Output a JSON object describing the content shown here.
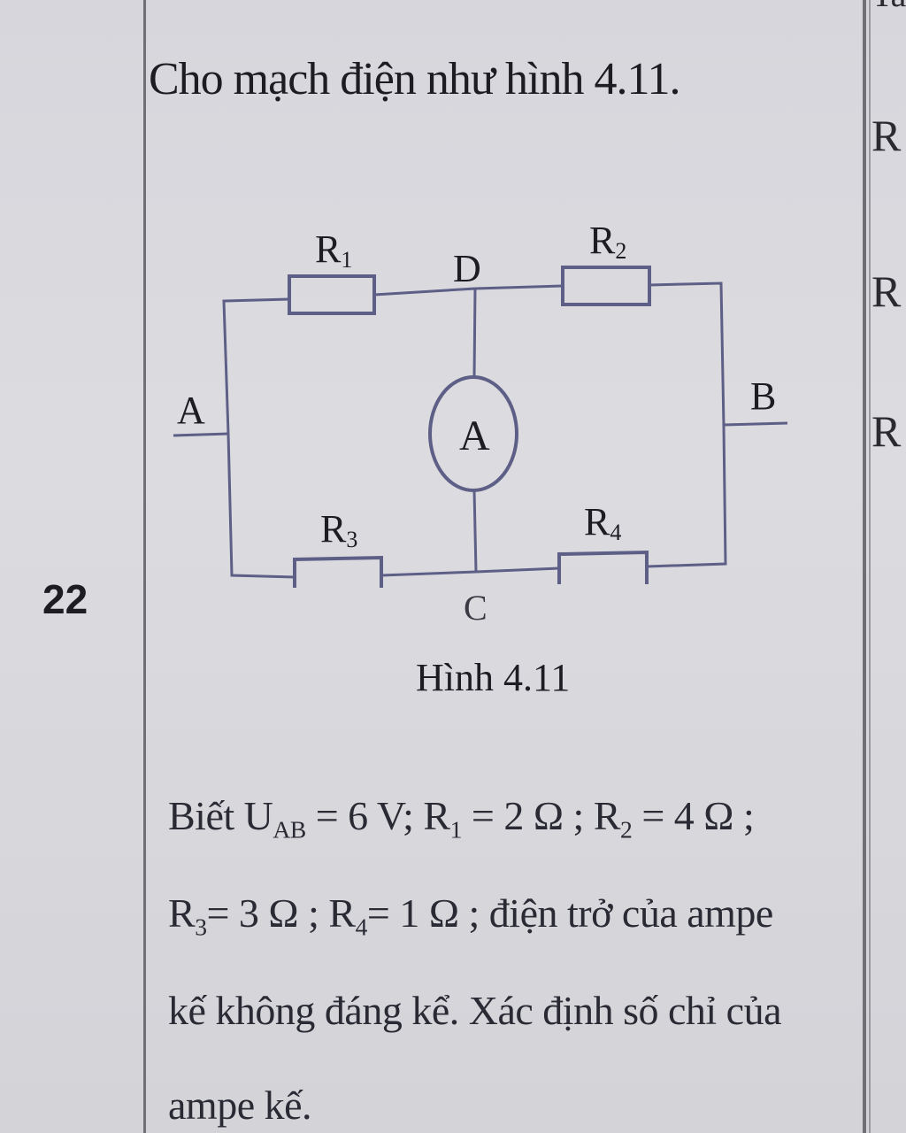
{
  "heading": "Cho mạch điện như hình 4.11.",
  "row_number": "22",
  "right_column": {
    "top": "Ta",
    "items": [
      "R",
      "R",
      "R"
    ]
  },
  "circuit": {
    "labels": {
      "r1": "R",
      "r1_sub": "1",
      "r2": "R",
      "r2_sub": "2",
      "r3": "R",
      "r3_sub": "3",
      "r4": "R",
      "r4_sub": "4",
      "node_a": "A",
      "node_b": "B",
      "node_c": "C",
      "node_d": "D",
      "ammeter": "A"
    }
  },
  "figure_caption": "Hình 4.11",
  "paragraph": {
    "l1_a": "Biết U",
    "l1_sub_ab": "AB",
    "l1_b": " = 6 V; R",
    "l1_sub_1": "1",
    "l1_c": " = 2 Ω ; R",
    "l1_sub_2": "2",
    "l1_d": " = 4 Ω  ;",
    "l2_a": "R",
    "l2_sub_3": "3",
    "l2_b": "= 3 Ω ; R",
    "l2_sub_4": "4",
    "l2_c": "= 1 Ω ; điện trở của ampe",
    "l3": "kế không đáng kể. Xác định số chỉ của",
    "l4": "ampe kế."
  },
  "colors": {
    "wire": "#5e5f86",
    "text": "#1c1c22",
    "background": "#d8d8dd"
  }
}
